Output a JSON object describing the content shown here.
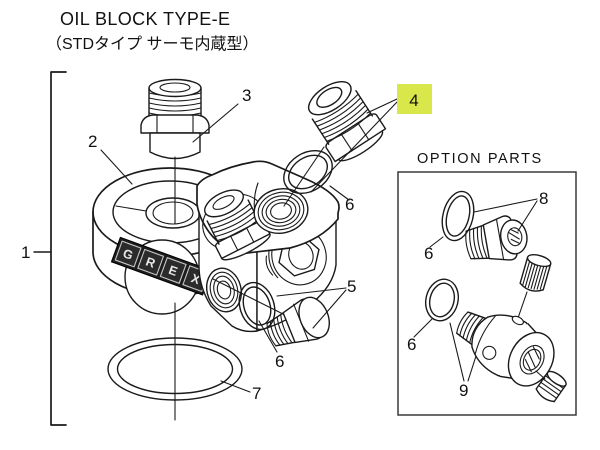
{
  "title": "OIL BLOCK TYPE-E",
  "subtitle": "（STDタイプ サーモ内蔵型）",
  "option_section": {
    "heading": "OPTION PARTS"
  },
  "brand_logo": {
    "letters": [
      "G",
      "R",
      "E",
      "X"
    ]
  },
  "parts": {
    "p1": {
      "label": "1"
    },
    "p2": {
      "label": "2"
    },
    "p3": {
      "label": "3"
    },
    "p4": {
      "label": "4",
      "highlighted": true
    },
    "p5": {
      "label": "5"
    },
    "p6": {
      "label": "6"
    },
    "p7": {
      "label": "7"
    },
    "p8": {
      "label": "8"
    },
    "p9": {
      "label": "9"
    }
  },
  "colors": {
    "line": "#1a1a1a",
    "background": "#ffffff",
    "part4_highlight": "#d9e74a",
    "badge_background": "#1c1c1c"
  }
}
